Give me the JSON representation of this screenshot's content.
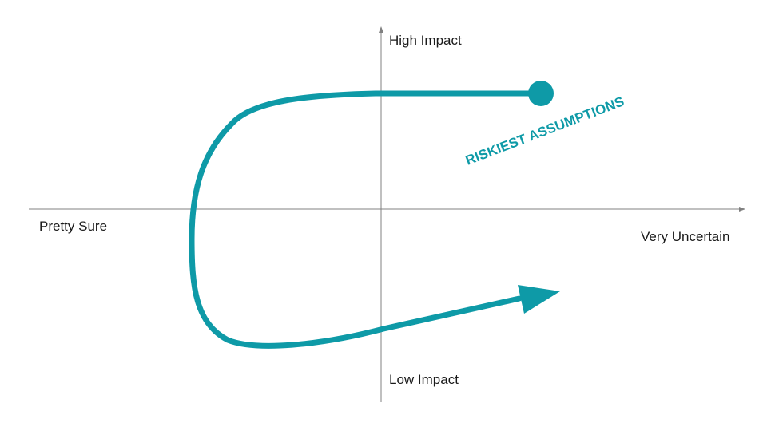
{
  "diagram": {
    "axes": {
      "top_label": "High Impact",
      "bottom_label": "Low Impact",
      "left_label": "Pretty Sure",
      "right_label": "Very Uncertain"
    },
    "annotation": "RISKIEST ASSUMPTIONS",
    "colors": {
      "accent": "#0e9aa7",
      "axis": "#808080",
      "text": "#1a1a1a"
    }
  }
}
